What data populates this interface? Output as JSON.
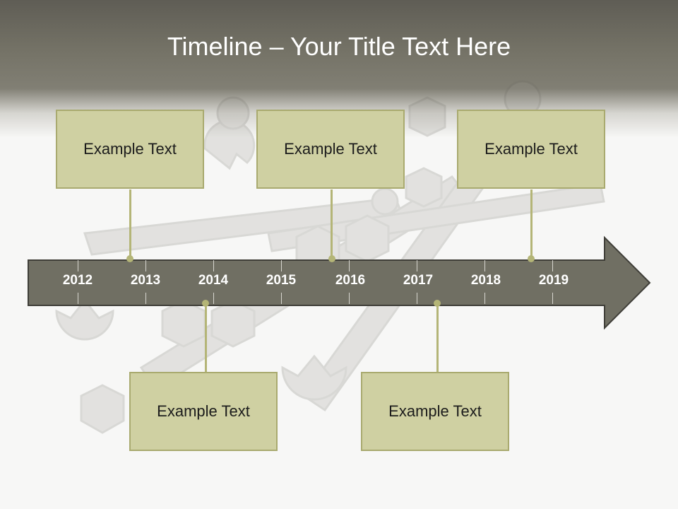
{
  "title": "Timeline – Your Title Text Here",
  "years": [
    "2012",
    "2013",
    "2014",
    "2015",
    "2016",
    "2017",
    "2018",
    "2019"
  ],
  "events": [
    {
      "label": "Example Text"
    },
    {
      "label": "Example Text"
    },
    {
      "label": "Example Text"
    },
    {
      "label": "Example Text"
    },
    {
      "label": "Example Text"
    }
  ],
  "colors": {
    "header": "#747266",
    "arrow": "#706f63",
    "box_fill": "#cfd0a2",
    "box_border": "#a9aa6f",
    "connector": "#b4b577"
  },
  "background_image": "wrench-and-nuts-icon"
}
